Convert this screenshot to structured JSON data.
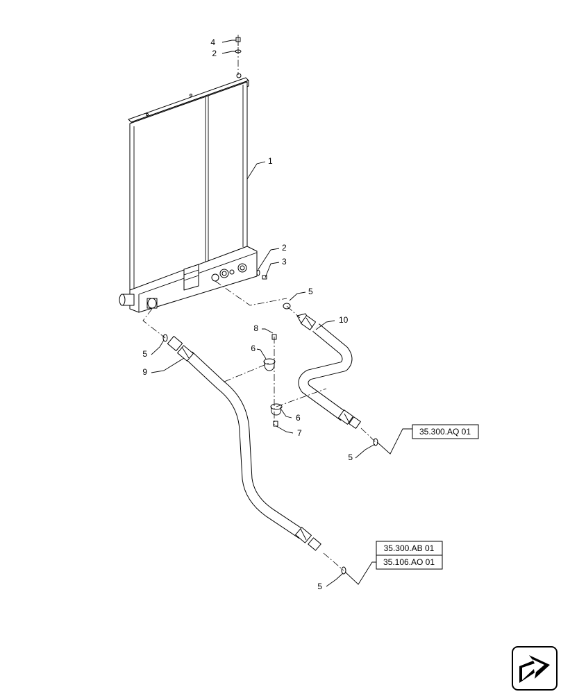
{
  "callouts": {
    "c4_top": "4",
    "c2_top": "2",
    "c1": "1",
    "c2_right": "2",
    "c3": "3",
    "c5_upper_right": "5",
    "c10": "10",
    "c8": "8",
    "c6_upper": "6",
    "c5_left": "5",
    "c9": "9",
    "c6_lower": "6",
    "c7": "7",
    "c5_right": "5",
    "c5_bottom": "5"
  },
  "references": {
    "ref_aq": "35.300.AQ 01",
    "ref_ab": "35.300.AB 01",
    "ref_ao": "35.106.AO 01"
  },
  "icons": {
    "nav": "next-page-arrow-icon"
  }
}
